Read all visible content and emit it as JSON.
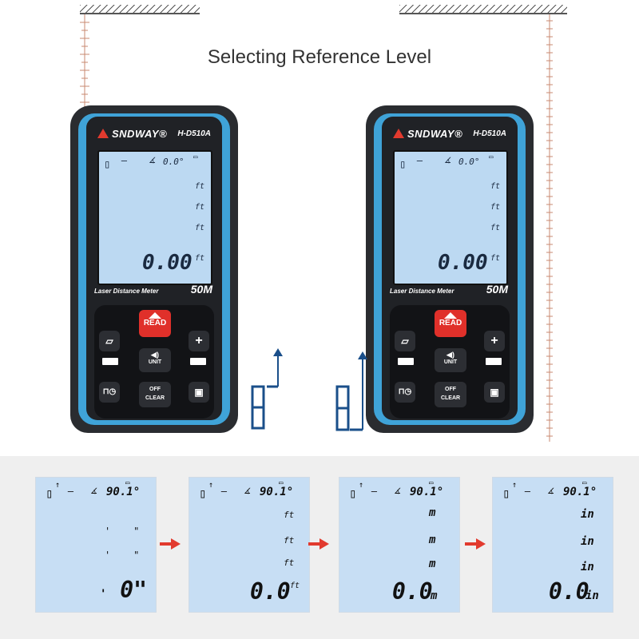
{
  "title": "Selecting Reference Level",
  "device": {
    "brand": "SNDWAY",
    "model": "H-D510A",
    "label": "Laser Distance Meter",
    "range": "50M",
    "buttons": {
      "read": "READ",
      "unit": "UNIT",
      "off_clear_top": "OFF",
      "off_clear_bottom": "CLEAR",
      "plus": "+",
      "minus": "−"
    },
    "lcd": {
      "angle": "0.0°",
      "unit": "ft",
      "reading": "0.00",
      "reading_unit": "ft"
    }
  },
  "screens": [
    {
      "angle": "90.1°",
      "unit_mark": "\"",
      "reading": "0\"",
      "reading_prefix": "'",
      "unit_label": ""
    },
    {
      "angle": "90.1°",
      "unit_mark": "ft",
      "reading": "0.0",
      "reading_prefix": "",
      "unit_label": "ft"
    },
    {
      "angle": "90.1°",
      "unit_mark": "m",
      "reading": "0.0",
      "reading_prefix": "",
      "unit_label": "m"
    },
    {
      "angle": "90.1°",
      "unit_mark": "in",
      "reading": "0.0",
      "reading_prefix": "",
      "unit_label": "in"
    }
  ],
  "colors": {
    "accent_blue": "#3fa3d8",
    "read_red": "#e0302a",
    "lcd": "#bcd9f2",
    "arrow": "#e23a2e"
  }
}
